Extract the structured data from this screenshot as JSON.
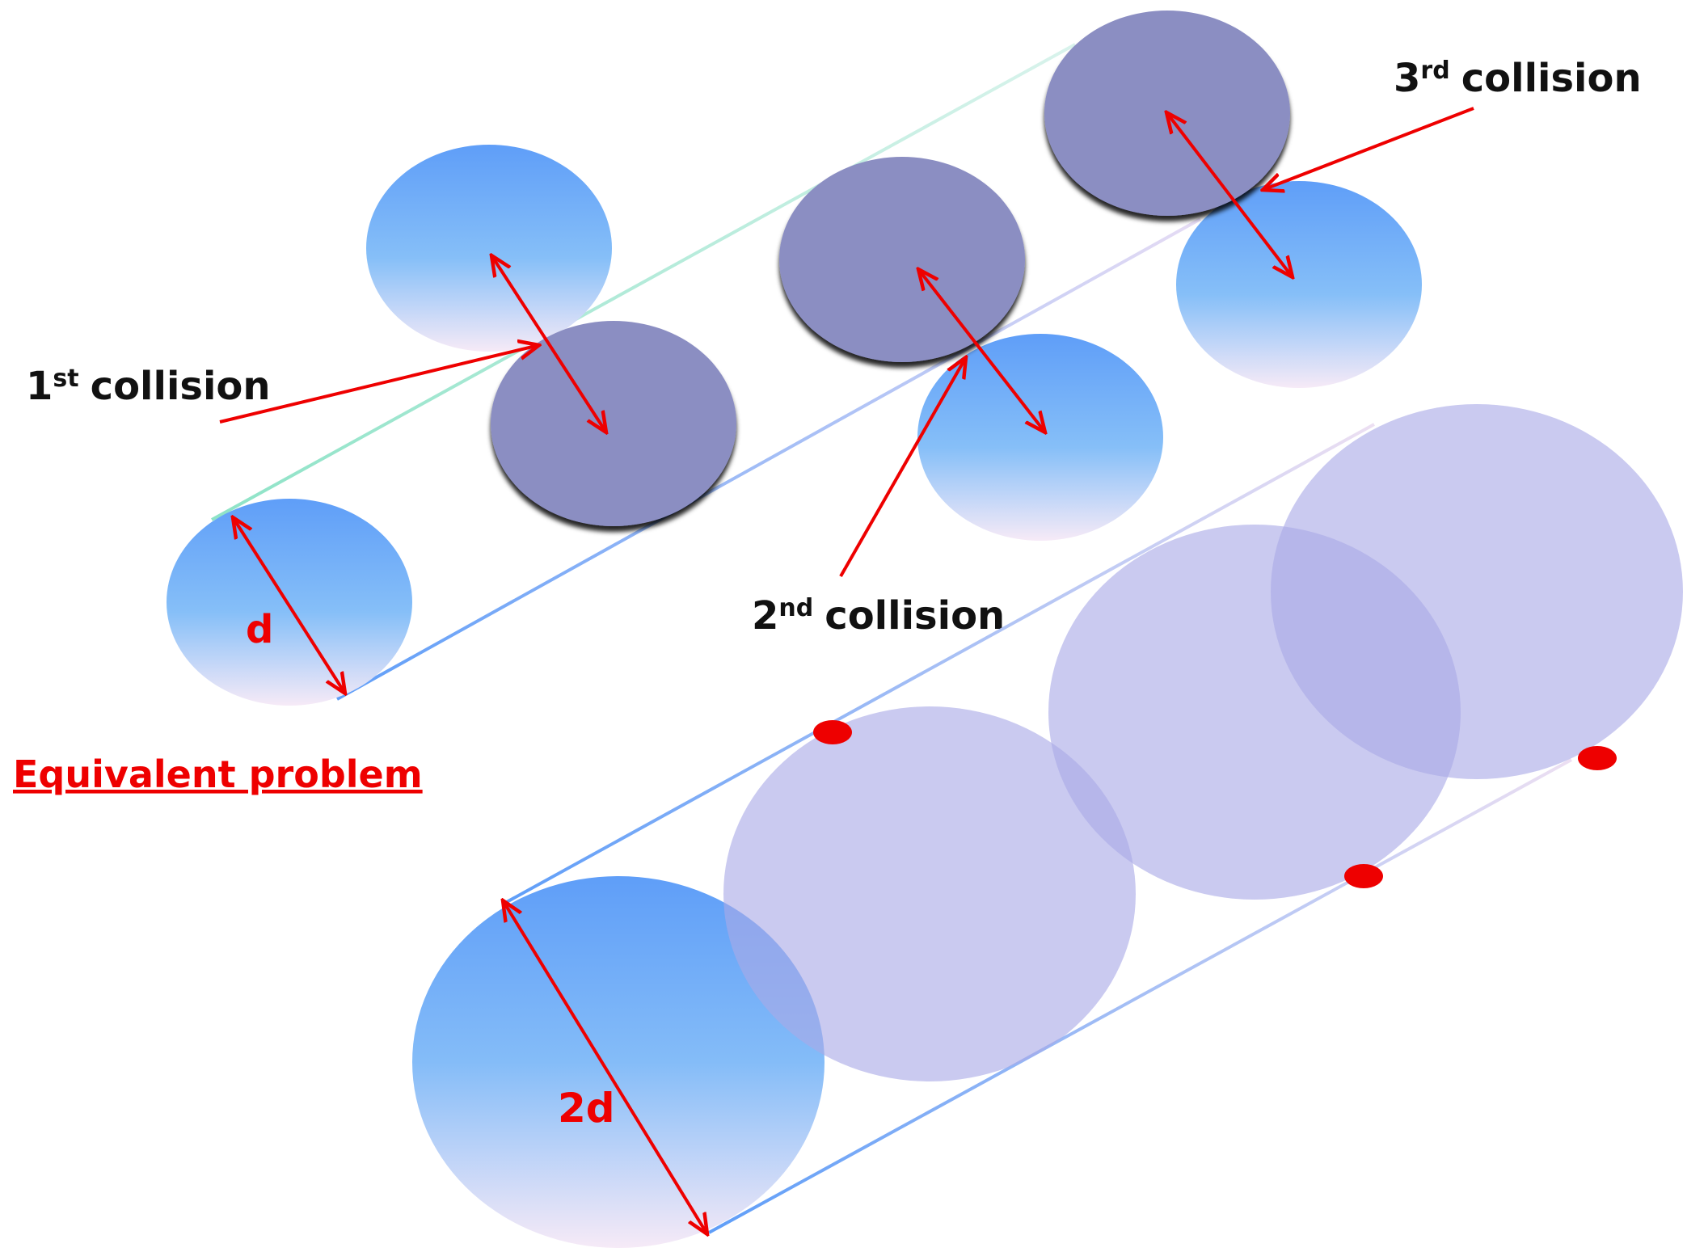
{
  "labels": {
    "collision1": {
      "ordinal": "1",
      "suffix": "st",
      "word": "collision"
    },
    "collision2": {
      "ordinal": "2",
      "suffix": "nd",
      "word": "collision"
    },
    "collision3": {
      "ordinal": "3",
      "suffix": "rd",
      "word": "collision"
    },
    "diameter_small": "d",
    "diameter_large": "2d",
    "equivalent_heading": "Equivalent problem"
  },
  "colors": {
    "accent_red": "#ee0000",
    "annotation_text": "#111111",
    "molecule_top": "#5f9ef8",
    "molecule_mid": "#86bff8",
    "molecule_bottom": "#f4e9f6",
    "moving_molecule": "#8b8ec2",
    "large_disk": "#a9a9e6",
    "tube_line": "#6aaaf0",
    "tube_line_green": "#8fe6c8"
  }
}
